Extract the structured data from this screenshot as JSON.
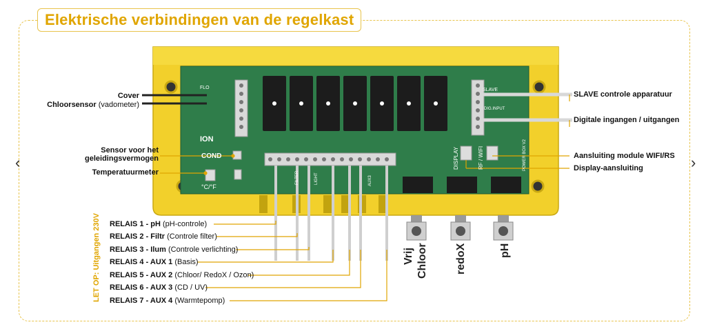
{
  "title": "Elektrische verbindingen van de regelkast",
  "left_labels": {
    "cover_bold": "Cover",
    "chloor_bold": "Chloorsensor",
    "chloor_note": "(vadometer)",
    "cond_line1": "Sensor voor het",
    "cond_line2": "geleidingsvermogen",
    "temp": "Temperatuurmeter"
  },
  "right_labels": {
    "slave": "SLAVE controle apparatuur",
    "digital": "Digitale ingangen / uitgangen",
    "wifi": "Aansluiting module WIFI/RS",
    "display": "Display-aansluiting"
  },
  "relays": [
    {
      "bold": "RELAIS  1 - pH",
      "note": "(pH-controle)"
    },
    {
      "bold": "RELAIS  2 - Filtr",
      "note": "(Controle filter)"
    },
    {
      "bold": "RELAIS  3 - Ilum",
      "note": "(Controle verlichting)"
    },
    {
      "bold": "RELAIS  4 - AUX 1",
      "note": "(Basis)"
    },
    {
      "bold": "RELAIS  5 - AUX 2",
      "note": "(Chloor/ RedoX / Ozon)"
    },
    {
      "bold": "RELAIS  6 - AUX 3",
      "note": "(CD / UV)"
    },
    {
      "bold": "RELAIS  7 - AUX 4",
      "note": "(Warmtepomp)"
    }
  ],
  "warning": "LET OP: Uitgangen 230V",
  "connectors": {
    "vrij": "Vrij",
    "chloor": "Chloor",
    "redox": "redoX",
    "ph": "pH"
  },
  "board_text": {
    "ion": "ION",
    "cond": "COND",
    "temp_mark": "°C/°F",
    "display": "DISPLAY",
    "rf_wifi": "RF / WIFI",
    "power_box": "POWER BOX V2",
    "slave": "SLAVE",
    "dig_input": "DIG.INPUT",
    "flo": "FLO",
    "aux3": "AUX3",
    "filter": "FILTER",
    "light": "LIGHT"
  },
  "nav": {
    "prev": "‹",
    "next": "›"
  },
  "colors": {
    "accent": "#e0a500",
    "case": "#f2d02b",
    "board": "#2f7d4a",
    "relay": "#1c1c1c"
  }
}
